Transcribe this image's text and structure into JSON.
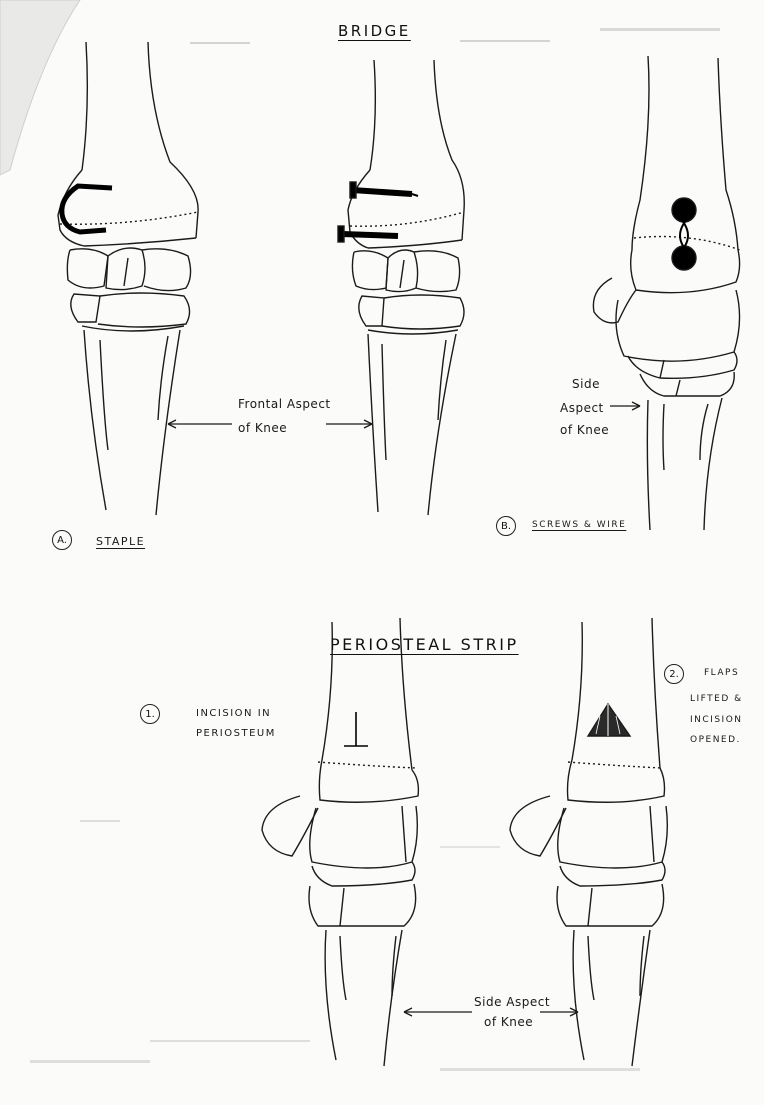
{
  "titles": {
    "bridge": "Bridge",
    "periosteal": "Periosteal Strip"
  },
  "labels": {
    "frontal_aspect_line1": "Frontal Aspect",
    "frontal_aspect_line2": "of Knee",
    "side_aspect_top_line1": "Side",
    "side_aspect_top_line2": "Aspect",
    "side_aspect_top_line3": "of Knee",
    "side_aspect_bottom_line1": "Side Aspect",
    "side_aspect_bottom_line2": "of Knee"
  },
  "captions": {
    "a_marker": "A.",
    "a_text": "Staple",
    "b_marker": "B.",
    "b_text": "Screws & Wire",
    "one_marker": "1.",
    "one_line1": "Incision in",
    "one_line2": "Periosteum",
    "two_marker": "2.",
    "two_line1": "Flaps",
    "two_line2": "Lifted &",
    "two_line3": "Incision",
    "two_line4": "Opened."
  },
  "colors": {
    "ink": "#1a1a1a",
    "paper": "#fbfbfa"
  }
}
